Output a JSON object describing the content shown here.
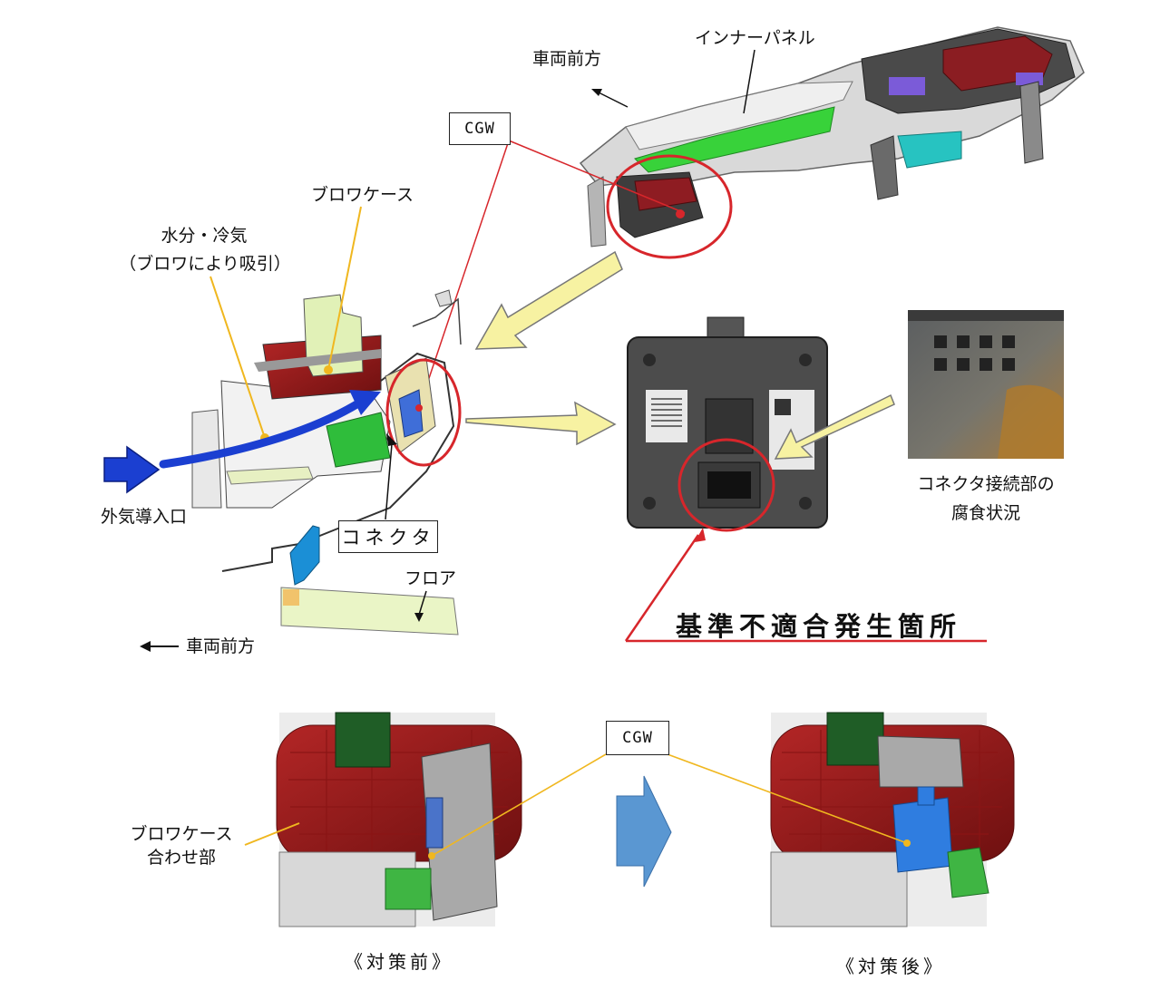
{
  "labels": {
    "front_top": "車両前方",
    "inner_panel": "インナーパネル",
    "cgw_top": "CGW",
    "blower_case": "ブロワケース",
    "moisture_line1": "水分・冷気",
    "moisture_line2": "（ブロワにより吸引）",
    "air_inlet": "外気導入口",
    "connector": "コネクタ",
    "floor": "フロア",
    "front_bottom": "車両前方",
    "corrosion_line1": "コネクタ接続部の",
    "corrosion_line2": "腐食状況",
    "nonconformity": "基準不適合発生箇所",
    "cgw_bottom": "CGW",
    "blower_joint_line1": "ブロワケース",
    "blower_joint_line2": "合わせ部",
    "before": "《対策前》",
    "after": "《対策後》"
  },
  "colors": {
    "highlight_red": "#d7262b",
    "leader_yellow": "#f0b71f",
    "arrow_fill": "#f7f2a2",
    "airflow_blue": "#1b3fd1",
    "process_arrow": "#5a97d2"
  },
  "icons": [
    "left-arrow-icon",
    "right-arrow-icon"
  ]
}
